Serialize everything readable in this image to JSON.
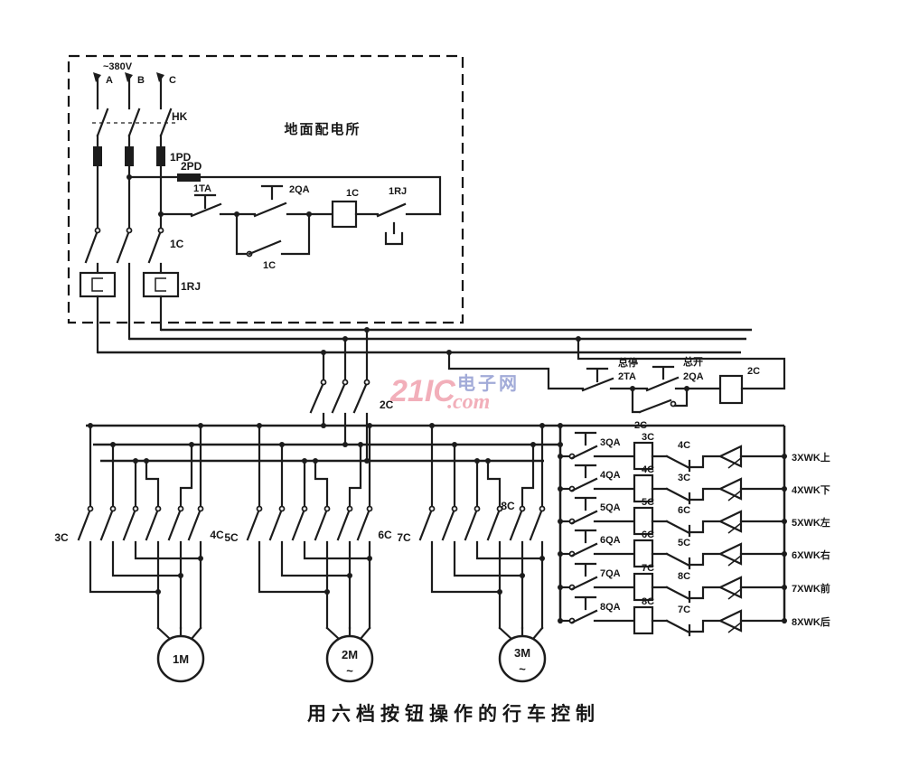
{
  "colors": {
    "line": "#1c1c1c",
    "watermark_pink": "#f1a7b3",
    "watermark_blue": "#98a2d4"
  },
  "watermark": {
    "brand": "21IC",
    "dot_com": ".com",
    "site": "电子网"
  },
  "caption": "用六档按钮操作的行车控制",
  "distribution_box": {
    "title": "地面配电所",
    "supply": "~380V",
    "phase_a": "A",
    "phase_b": "B",
    "phase_c": "C",
    "knife_switch": "HK",
    "main_fuse": "1PD",
    "control_fuse": "2PD",
    "stop_button": "1TA",
    "start_button": "2QA",
    "seal_contact": "1C",
    "contactor_coil": "1C",
    "overload_contact": "1RJ",
    "main_contacts": "1C",
    "heater": "1RJ"
  },
  "master_control": {
    "line_contacts": "2C",
    "stop_label": "总停",
    "stop_button": "2TA",
    "start_label": "总开",
    "start_button": "2QA",
    "seal_contact": "2C",
    "coil": "2C"
  },
  "motor_branches": [
    {
      "fwd_contacts": "3C",
      "rev_contacts": "4C",
      "motor": "1M",
      "ac_mark": ""
    },
    {
      "fwd_contacts": "5C",
      "rev_contacts": "6C",
      "motor": "2M",
      "ac_mark": "~"
    },
    {
      "fwd_contacts": "7C",
      "rev_contacts": "8C",
      "motor": "3M",
      "ac_mark": "~"
    }
  ],
  "button_rows": [
    {
      "button": "3QA",
      "coil": "3C",
      "interlock": "4C",
      "limit_switch": "3XWK上"
    },
    {
      "button": "4QA",
      "coil": "4C",
      "interlock": "3C",
      "limit_switch": "4XWK下"
    },
    {
      "button": "5QA",
      "coil": "5C",
      "interlock": "6C",
      "limit_switch": "5XWK左"
    },
    {
      "button": "6QA",
      "coil": "6C",
      "interlock": "5C",
      "limit_switch": "6XWK右"
    },
    {
      "button": "7QA",
      "coil": "7C",
      "interlock": "8C",
      "limit_switch": "7XWK前"
    },
    {
      "button": "8QA",
      "coil": "8C",
      "interlock": "7C",
      "limit_switch": "8XWK后"
    }
  ]
}
